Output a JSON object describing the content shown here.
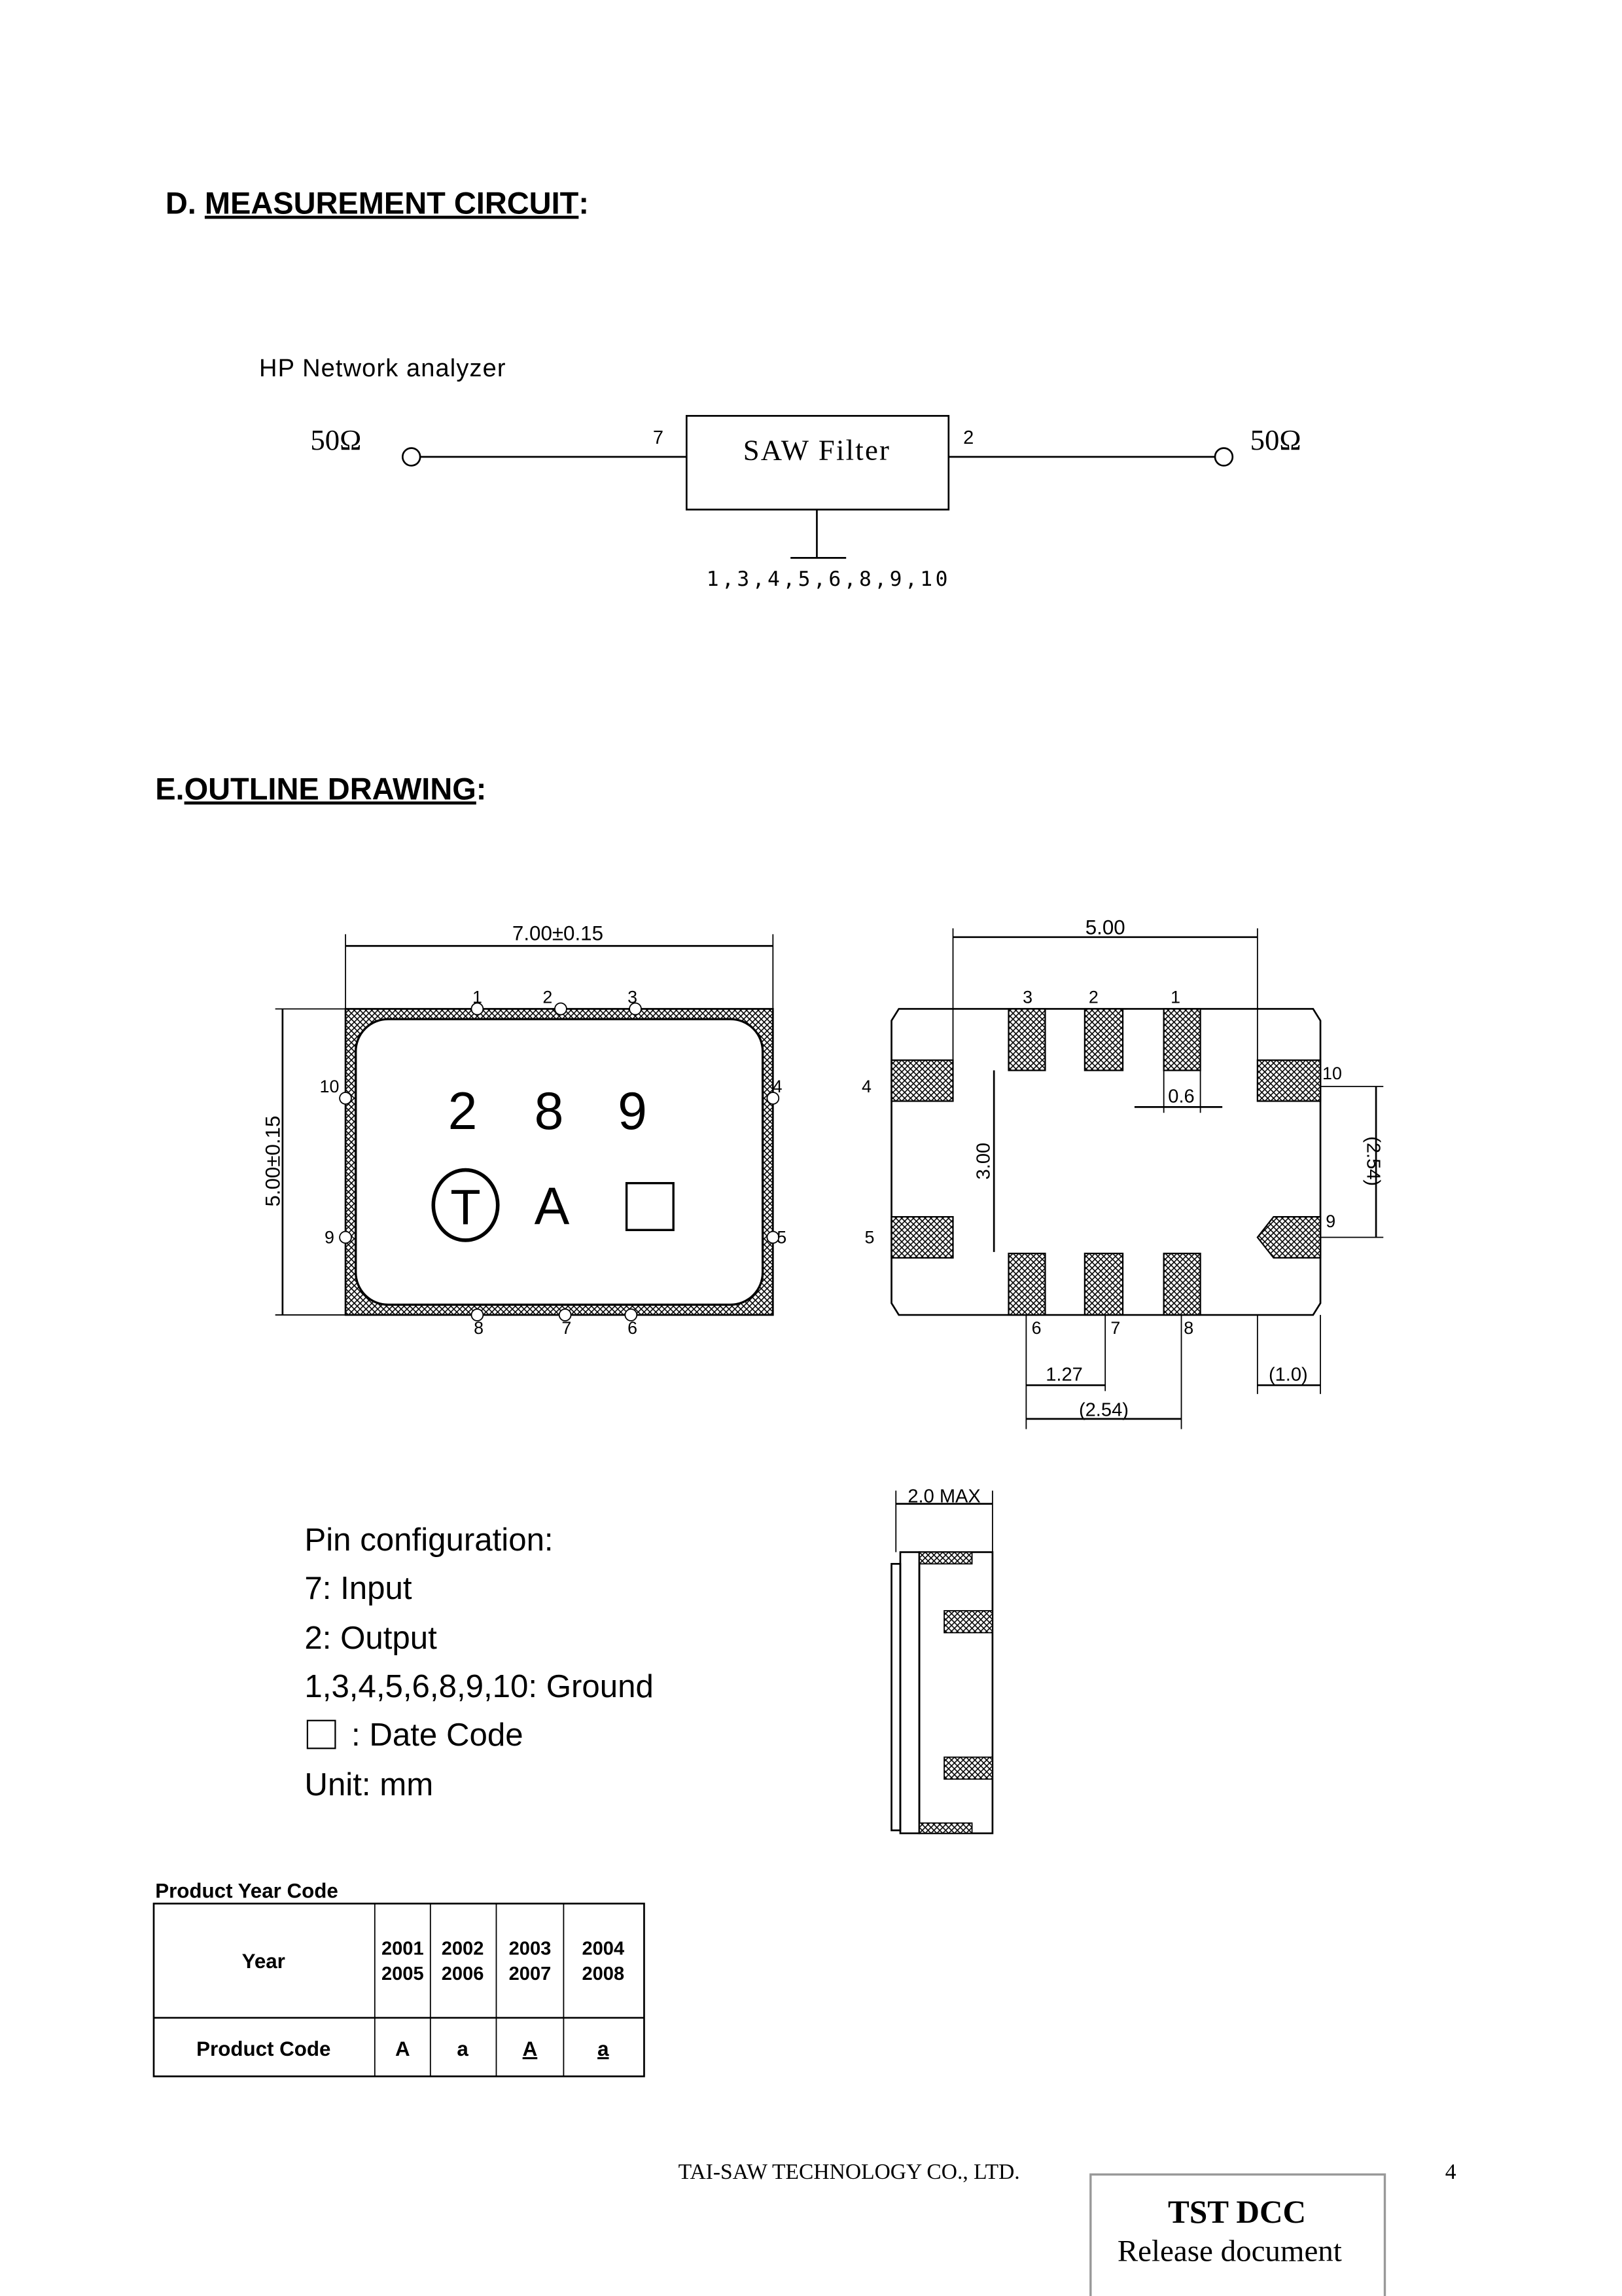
{
  "section_d": {
    "prefix": "D. ",
    "title": "MEASUREMENT CIRCUIT",
    "suffix": ":"
  },
  "circuit": {
    "analyzer_label": "HP Network analyzer",
    "left_impedance": "50Ω",
    "right_impedance": "50Ω",
    "block_label": "SAW Filter",
    "input_pin": "7",
    "output_pin": "2",
    "ground_pins": "1,3,4,5,6,8,9,10"
  },
  "section_e": {
    "prefix": "E.",
    "title": "OUTLINE DRAWING",
    "suffix": ":"
  },
  "top_view": {
    "width_dim": "7.00±0.15",
    "height_dim": "5.00±0.15",
    "pins": [
      "1",
      "2",
      "3",
      "4",
      "5",
      "6",
      "7",
      "8",
      "9",
      "10"
    ],
    "marking_line1": [
      "2",
      "8",
      "9"
    ],
    "logo_letter": "T",
    "marking_letter": "A"
  },
  "bottom_view": {
    "width_dim": "5.00",
    "height_dim": "3.00",
    "pad_width_dim": "0.6",
    "side_pitch_dim": "(2.54)",
    "pitch_dim": "1.27",
    "bottom_pitch_dim": "(2.54)",
    "edge_dim": "(1.0)",
    "pins": [
      "1",
      "2",
      "3",
      "4",
      "5",
      "6",
      "7",
      "8",
      "9",
      "10"
    ]
  },
  "side_view": {
    "height_dim": "2.0 MAX"
  },
  "pin_config": {
    "title": "Pin configuration:",
    "lines": [
      "7: Input",
      "2: Output",
      "1,3,4,5,6,8,9,10: Ground",
      ": Date Code",
      "Unit: mm"
    ]
  },
  "year_table": {
    "title": "Product Year Code",
    "row1_header": "Year",
    "years_top": [
      "2001",
      "2002",
      "2003",
      "2004"
    ],
    "years_bottom": [
      "2005",
      "2006",
      "2007",
      "2008"
    ],
    "row2_header": "Product Code",
    "codes": [
      "A",
      "a",
      "A",
      "a"
    ]
  },
  "footer": {
    "company": "TAI-SAW  TECHNOLOGY  CO.,  LTD.",
    "page_number": "4",
    "stamp_title": "TST DCC",
    "stamp_subtitle": "Release document"
  }
}
